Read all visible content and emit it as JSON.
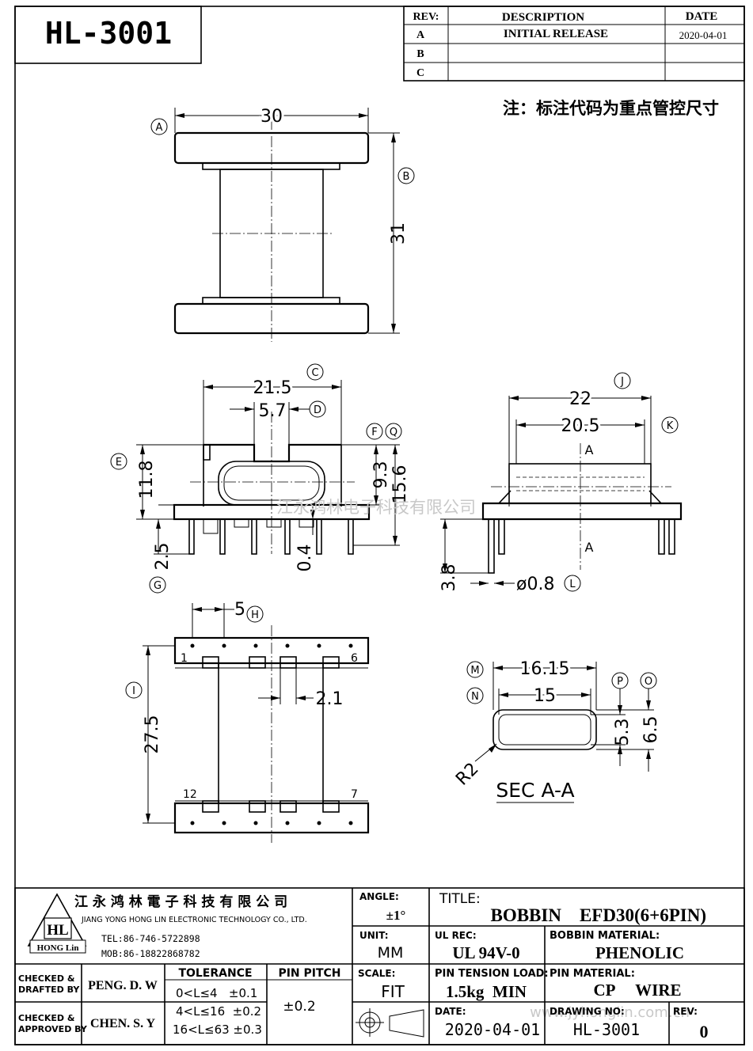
{
  "header": {
    "part_number": "HL-3001",
    "rev_col": "REV:",
    "desc_col": "DESCRIPTION",
    "date_col": "DATE",
    "rows": [
      {
        "rev": "A",
        "desc": "INITIAL  RELEASE",
        "date": "2020-04-01"
      },
      {
        "rev": "B",
        "desc": "",
        "date": ""
      },
      {
        "rev": "C",
        "desc": "",
        "date": ""
      }
    ]
  },
  "note": "注：标注代码为重点管控尺寸",
  "watermark": "江永鸿林电子科技有限公司",
  "watermark_url": "www.jyhonglin.com.cn",
  "dims": {
    "top_width": "30",
    "top_height": "31",
    "front_width": "21.5",
    "front_slot": "5.7",
    "front_h1": "11.8",
    "front_h2": "9.3",
    "front_h3": "15.6",
    "front_pin": "2.5",
    "front_gap": "0.4",
    "side_w1": "22",
    "side_w2": "20.5",
    "side_pin": "3.8",
    "side_dia": "ø0.8",
    "section_a": "A",
    "bottom_pitch": "5",
    "bottom_len": "27.5",
    "bottom_gap": "2.1",
    "pin_1": "1",
    "pin_6": "6",
    "pin_12": "12",
    "pin_7": "7",
    "sec_w1": "16.15",
    "sec_w2": "15",
    "sec_h1": "5.3",
    "sec_h2": "6.5",
    "sec_r": "R2",
    "sec_title": "SEC A-A"
  },
  "callouts": [
    "A",
    "B",
    "C",
    "D",
    "E",
    "F",
    "Q",
    "G",
    "H",
    "I",
    "J",
    "K",
    "L",
    "M",
    "N",
    "P",
    "O"
  ],
  "title_block": {
    "company_cn": "江 永 鸿 林 電 子 科 技 有 限 公 司",
    "company_en": "JIANG YONG HONG LIN ELECTRONIC TECHNOLOGY CO., LTD.",
    "tel": "TEL:86-746-5722898",
    "mob": "MOB:86-18822868782",
    "logo_text": "HL",
    "logo_sub": "HONG Lin",
    "angle_lbl": "ANGLE:",
    "angle_val": "±1°",
    "title_lbl": "TITLE:",
    "title_val": "BOBBIN    EFD30(6+6PIN)",
    "unit_lbl": "UNIT:",
    "unit_val": "MM",
    "ulrec_lbl": "UL REC:",
    "ulrec_val": "UL 94V-0",
    "material_lbl": "BOBBIN MATERIAL:",
    "material_val": "PHENOLIC",
    "checked_drafted": "CHECKED &\nDRAFTED BY",
    "drafted_name": "PENG. D. W",
    "checked_approved": "CHECKED &\nAPPROVED BY",
    "approved_name": "CHEN. S. Y",
    "tolerance_lbl": "TOLERANCE",
    "tol_1": "0<L≤4   ±0.1",
    "tol_2": "4<L≤16  ±0.2",
    "tol_3": "16<L≤63 ±0.3",
    "pitch_lbl": "PIN PITCH",
    "pitch_val": "±0.2",
    "scale_lbl": "SCALE:",
    "scale_val": "FIT",
    "tension_lbl": "PIN TENSION LOAD:",
    "tension_val": "1.5kg  MIN",
    "pinmat_lbl": "PIN MATERIAL:",
    "pinmat_val": "CP     WIRE",
    "date_lbl": "DATE:",
    "date_val": "2020-04-01",
    "drawno_lbl": "DRAWING NO:",
    "drawno_val": "HL-3001",
    "rev_lbl": "REV:",
    "rev_val": "0"
  }
}
